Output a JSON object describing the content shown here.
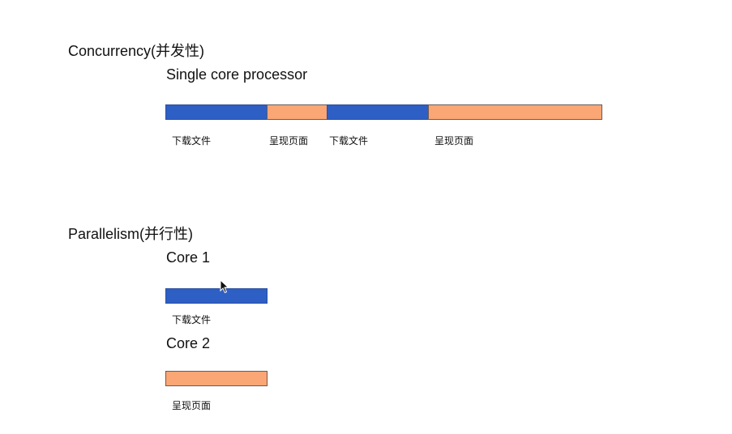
{
  "concurrency": {
    "heading": "Concurrency(并发性)",
    "subtitle": "Single core processor",
    "segments": [
      {
        "task": "download",
        "color": "#2e5fc5",
        "label": "下载文件"
      },
      {
        "task": "render",
        "color": "#fba675",
        "label": "呈现页面"
      },
      {
        "task": "download",
        "color": "#2e5fc5",
        "label": "下载文件"
      },
      {
        "task": "render",
        "color": "#fba675",
        "label": "呈现页面"
      }
    ]
  },
  "parallelism": {
    "heading": "Parallelism(并行性)",
    "core1": {
      "title": "Core 1",
      "label": "下载文件",
      "color": "#2e5fc5"
    },
    "core2": {
      "title": "Core 2",
      "label": "呈现页面",
      "color": "#fba675"
    }
  },
  "cursor_icon": "mouse-pointer-icon"
}
